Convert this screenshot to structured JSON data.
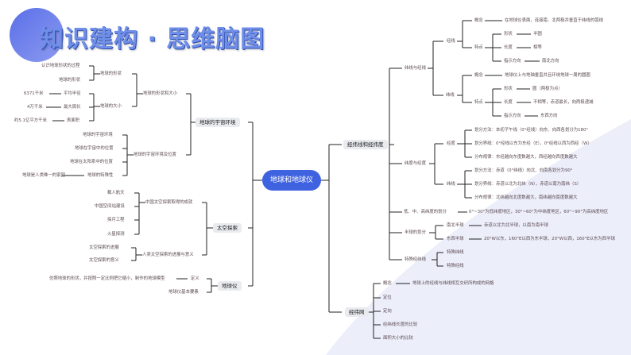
{
  "title": "知识建构 · 思维脑图",
  "colors": {
    "accent": "#3f62e0",
    "title": "#6f8ee8",
    "wedge": "#eceefa",
    "line": "#222222"
  },
  "root": "地球和地球仪",
  "left": {
    "universe": {
      "label": "地球的宇宙环境",
      "shape_size": {
        "label": "地球的形状和大小",
        "shape": {
          "label": "地球的形状",
          "items": [
            "认识地球形状的过程",
            "地球的形状"
          ]
        },
        "size": {
          "label": "地球的大小",
          "items": [
            {
              "value": "6371千米",
              "label": "平均半径"
            },
            {
              "value": "4万千米",
              "label": "最大周长"
            },
            {
              "value": "约5.1亿平方千米",
              "label": "表面积"
            }
          ]
        }
      },
      "env_position": {
        "label": "地球的宇宙环境及位置",
        "items": [
          "地球的宇宙环境",
          "地球在宇宙中的位置",
          "地球在太阳系中的位置",
          "地球的特殊性"
        ],
        "special_note": "地球是人类唯一的家园"
      }
    },
    "space": {
      "label": "太空探索",
      "china": {
        "label": "中国太空探索取得的成就",
        "items": [
          "载人航天",
          "中国空间站建设",
          "探月工程",
          "火星探测"
        ]
      },
      "human": {
        "label": "人类太空探索的进展与意义",
        "items": [
          "太空探索的进展",
          "太空探索的意义"
        ]
      }
    },
    "globe": {
      "label": "地球仪",
      "definition": {
        "label": "定义",
        "text": "仿照地球的形状，并按照一定比例把它缩小，制作的地球模型"
      },
      "elements": "地球仪基本要素"
    }
  },
  "right": {
    "latlon": {
      "label": "经纬线和经纬度",
      "lines": {
        "label": "纬线与经线",
        "meridian": {
          "label": "经线",
          "concept_label": "概念",
          "concept": "在地球仪表面，连接南、北两极并垂直于纬线的弧线",
          "feature_label": "特点",
          "features": [
            {
              "k": "形状",
              "v": "半圆"
            },
            {
              "k": "长度",
              "v": "相等"
            },
            {
              "k": "指示方向",
              "v": "南北方向"
            }
          ]
        },
        "parallel": {
          "label": "纬线",
          "concept_label": "概念",
          "concept": "地球仪上与地轴垂直并且环绕地球一周的圆圈",
          "feature_label": "特点",
          "features": [
            {
              "k": "形状",
              "v": "圆（两极为点）"
            },
            {
              "k": "长度",
              "v": "不相等，赤道最长，向两极递减"
            },
            {
              "k": "指示方向",
              "v": "东西方向"
            }
          ]
        }
      },
      "degrees": {
        "label": "纬度与经度",
        "longitude": {
          "label": "经度",
          "items": [
            "划分方法：本初子午线（0°经线）向东、向西各划分为180°",
            "划分界线：0°经线以东为东经（E），0°经线以西为西经（W）",
            "分布规律：东经越向东度数越大，西经越向西度数越大"
          ]
        },
        "latitude": {
          "label": "纬线",
          "items": [
            "划分方法：赤道（0°纬线）向北、向南各划分为90°",
            "划分界线：赤道以北为北纬（N），赤道以南为南纬（S）",
            "分布规律：北纬越向北度数越大，南纬越向南度数越大"
          ]
        }
      },
      "zones": {
        "label": "低、中、高纬度的划分",
        "text": "0°~30°为低纬度地区，30°~60°为中纬度地区，60°~90°为高纬度地区"
      },
      "hemispheres": {
        "label": "半球的划分",
        "items": [
          {
            "k": "南北半球",
            "v": "赤道以北为北半球，以南为南半球"
          },
          {
            "k": "东西半球",
            "v": "20°W以东，160°E以西为东半球，20°W以西，160°E以东为西半球"
          }
        ]
      },
      "special": {
        "label": "特殊经纬线",
        "items": [
          "特殊纬线",
          "特殊经线"
        ]
      }
    },
    "grid": {
      "label": "经纬网",
      "concept_label": "概念",
      "concept": "地球上的经线与纬线相互交织所构成的网格",
      "items": [
        "定位",
        "定向",
        "经纬线长度的比较",
        "面积大小的比较"
      ]
    }
  }
}
